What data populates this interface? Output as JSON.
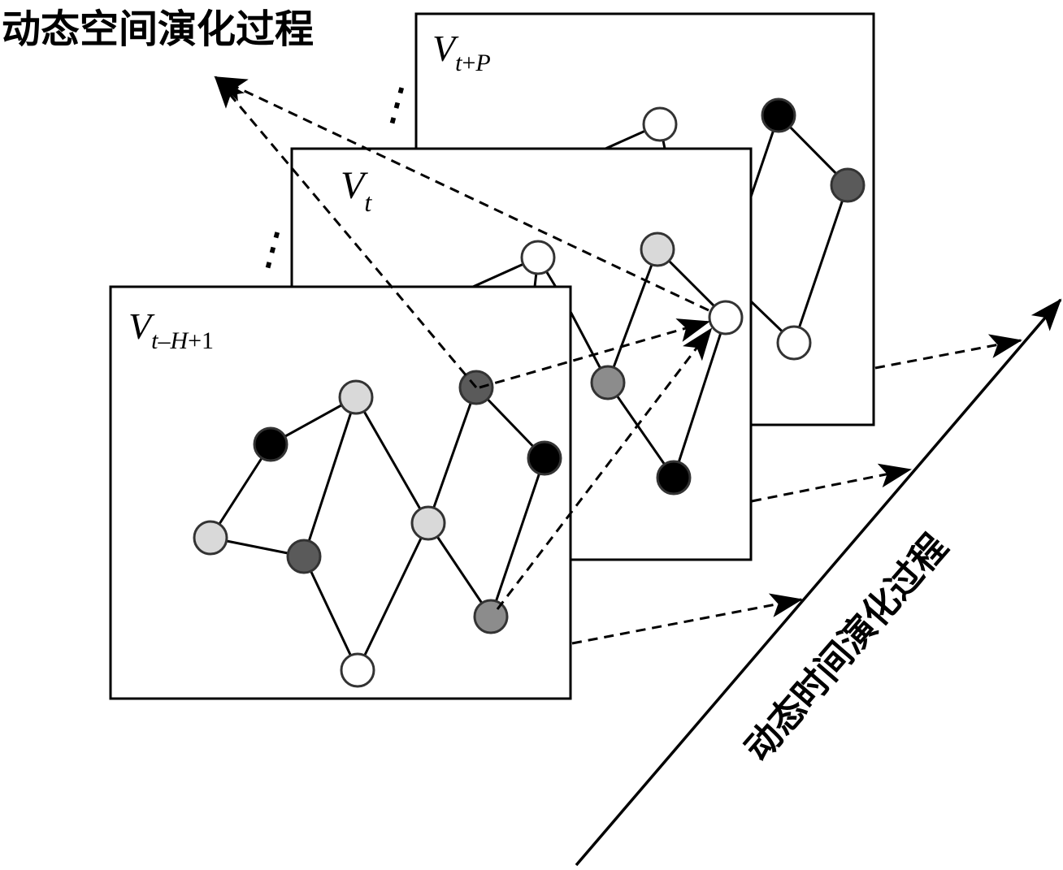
{
  "spatial_process_label": "动态空间演化过程",
  "temporal_process_label": "动态时间演化过程",
  "ellipsis": "⋮",
  "frames": [
    {
      "id": "frame-t-plus-p",
      "label_main": "V",
      "label_sub_parts": [
        {
          "text": "t",
          "italic": true
        },
        {
          "text": "+",
          "italic": false
        },
        {
          "text": "P",
          "italic": true
        }
      ]
    },
    {
      "id": "frame-t",
      "label_main": "V",
      "label_sub_parts": [
        {
          "text": "t",
          "italic": true
        }
      ]
    },
    {
      "id": "frame-t-minus-h-plus-1",
      "label_main": "V",
      "label_sub_parts": [
        {
          "text": "t",
          "italic": true
        },
        {
          "text": "–",
          "italic": false
        },
        {
          "text": "H",
          "italic": true
        },
        {
          "text": "+1",
          "italic": false
        }
      ]
    }
  ],
  "node_colors": {
    "white": "#ffffff",
    "light": "#d9d9d9",
    "mid": "#8c8c8c",
    "dark": "#5a5a5a",
    "black": "#000000"
  },
  "stroke_color": "#000000"
}
